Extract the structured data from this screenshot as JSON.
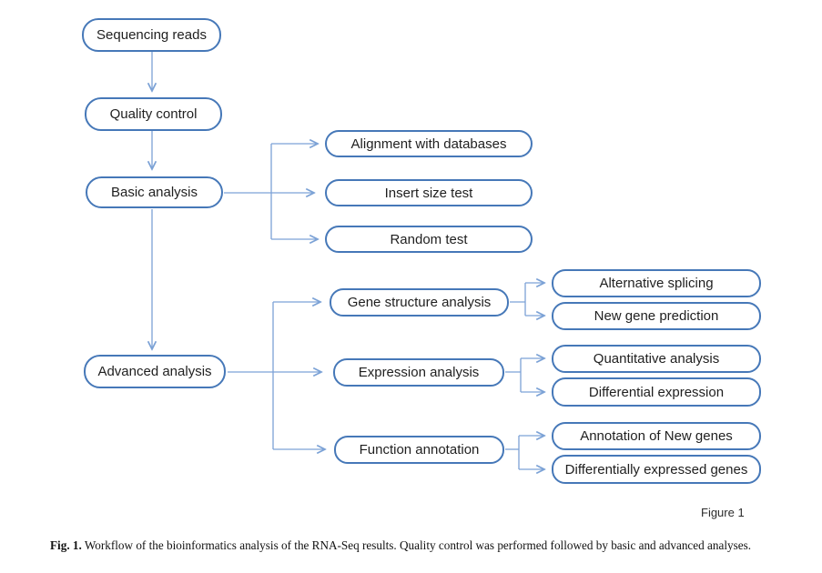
{
  "diagram": {
    "nodes": [
      {
        "id": "sequencing-reads",
        "label": "Sequencing reads"
      },
      {
        "id": "quality-control",
        "label": "Quality control"
      },
      {
        "id": "basic-analysis",
        "label": "Basic analysis"
      },
      {
        "id": "advanced-analysis",
        "label": "Advanced analysis"
      },
      {
        "id": "alignment-with-databases",
        "label": "Alignment with databases"
      },
      {
        "id": "insert-size-test",
        "label": "Insert size test"
      },
      {
        "id": "random-test",
        "label": "Random test"
      },
      {
        "id": "gene-structure-analysis",
        "label": "Gene structure analysis"
      },
      {
        "id": "expression-analysis",
        "label": "Expression analysis"
      },
      {
        "id": "function-annotation",
        "label": "Function annotation"
      },
      {
        "id": "alternative-splicing",
        "label": "Alternative splicing"
      },
      {
        "id": "new-gene-prediction",
        "label": "New gene prediction"
      },
      {
        "id": "quantitative-analysis",
        "label": "Quantitative analysis"
      },
      {
        "id": "differential-expression",
        "label": "Differential expression"
      },
      {
        "id": "annotation-of-new-genes",
        "label": "Annotation of New genes"
      },
      {
        "id": "differentially-expressed-genes",
        "label": "Differentially expressed genes"
      }
    ],
    "figure_label": "Figure 1"
  },
  "caption": {
    "prefix": "Fig. 1.",
    "text": "Workflow of the bioinformatics analysis of the RNA-Seq results. Quality control was performed followed by basic and advanced analyses."
  },
  "colors": {
    "box_border": "#4678b8",
    "connector": "#7ca2d6",
    "text": "#1f1f1f"
  }
}
